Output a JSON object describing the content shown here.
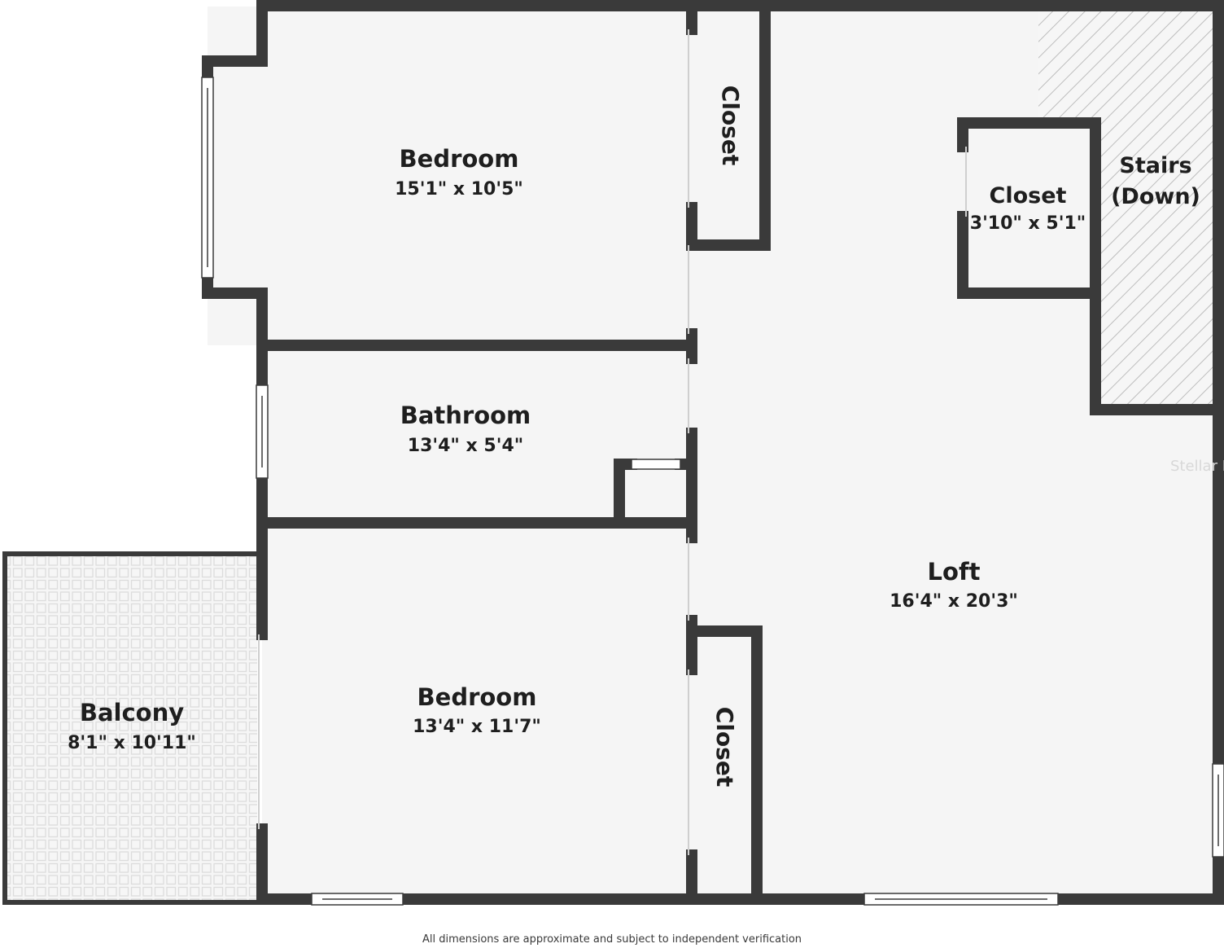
{
  "rooms": {
    "bedroom_top": {
      "name": "Bedroom",
      "dims": "15'1\" x 10'5\""
    },
    "bathroom": {
      "name": "Bathroom",
      "dims": "13'4\" x 5'4\""
    },
    "bedroom_bottom": {
      "name": "Bedroom",
      "dims": "13'4\" x 11'7\""
    },
    "balcony": {
      "name": "Balcony",
      "dims": "8'1\" x 10'11\""
    },
    "loft": {
      "name": "Loft",
      "dims": "16'4\" x 20'3\""
    },
    "closet_small": {
      "name": "Closet",
      "dims": "3'10\" x 5'1\""
    },
    "closet_top": {
      "name": "Closet"
    },
    "closet_bottom": {
      "name": "Closet"
    },
    "stairs": {
      "line1": "Stairs",
      "line2": "(Down)"
    }
  },
  "watermark": "Stellar M",
  "disclaimer": "All dimensions are approximate and subject to independent verification",
  "colors": {
    "wall": "#3a3a3a",
    "floor": "#f5f5f5",
    "balcony_tile": "#e2e2e2",
    "stairs_hatch": "#c4c4c4",
    "window": "#ffffff"
  }
}
